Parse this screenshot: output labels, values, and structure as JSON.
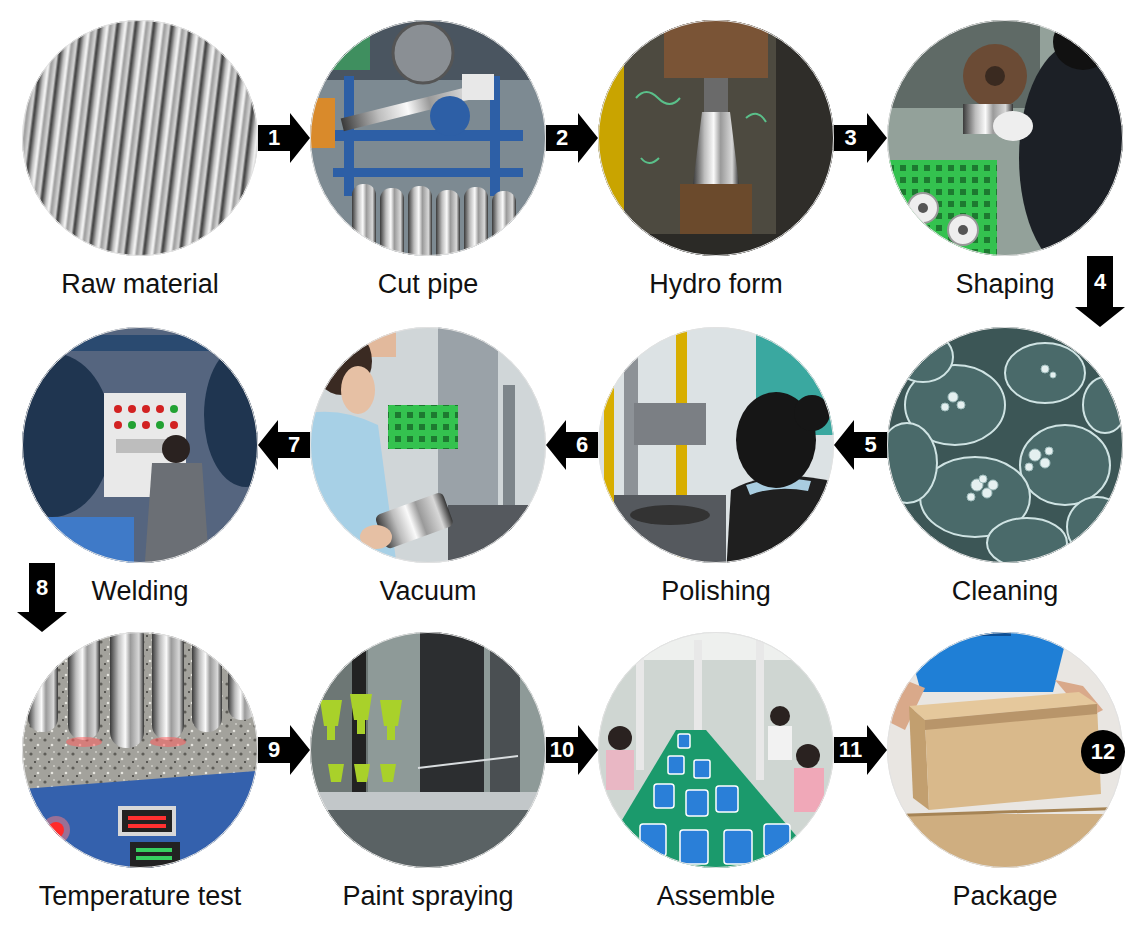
{
  "diagram": {
    "nodes": [
      {
        "text": [
          "Raw material"
        ]
      },
      {
        "text": [
          "Cut pipe"
        ]
      },
      {
        "text": [
          "Hydro form"
        ]
      },
      {
        "text": [
          "Shaping"
        ]
      },
      {
        "text": [
          "Cleaning"
        ]
      },
      {
        "text": [
          "Polishing"
        ]
      },
      {
        "text": [
          "Vacuum"
        ]
      },
      {
        "text": [
          "Welding"
        ]
      },
      {
        "text": [
          "Temperature test"
        ]
      },
      {
        "text": [
          "Paint spraying"
        ]
      },
      {
        "text": [
          "Assemble"
        ]
      },
      {
        "text": [
          "Package"
        ]
      }
    ],
    "edges": [
      {
        "from": 0,
        "to": 1,
        "label": "1",
        "arrow": "to"
      },
      {
        "from": 1,
        "to": 2,
        "label": "2",
        "arrow": "to"
      },
      {
        "from": 2,
        "to": 3,
        "label": "3",
        "arrow": "to"
      },
      {
        "from": 3,
        "to": 4,
        "label": "4",
        "arrow": "to"
      },
      {
        "from": 4,
        "to": 5,
        "label": "5",
        "arrow": "to"
      },
      {
        "from": 5,
        "to": 6,
        "label": "6",
        "arrow": "to"
      },
      {
        "from": 6,
        "to": 7,
        "label": "7",
        "arrow": "to"
      },
      {
        "from": 7,
        "to": 8,
        "label": "8",
        "arrow": "to"
      },
      {
        "from": 8,
        "to": 9,
        "label": "9",
        "arrow": "to"
      },
      {
        "from": 9,
        "to": 10,
        "label": "10",
        "arrow": "to"
      },
      {
        "from": 10,
        "to": 11,
        "label": "11",
        "arrow": "to"
      }
    ],
    "labels": [
      "12"
    ]
  }
}
